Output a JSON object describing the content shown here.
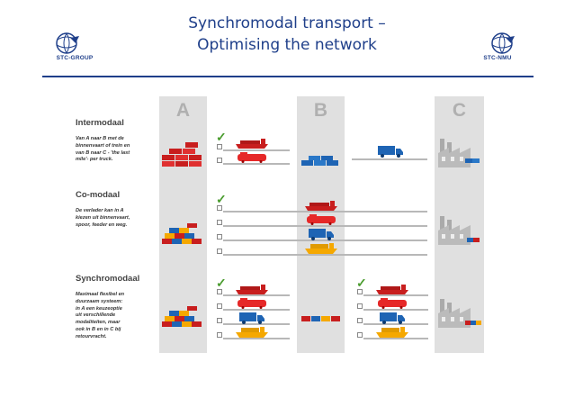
{
  "slide": {
    "title_line1": "Synchromodal transport –",
    "title_line2": "Optimising the network"
  },
  "logos": {
    "left": {
      "label": "STC-GROUP",
      "icon": "globe-logo-icon"
    },
    "right": {
      "label": "STC-NMU",
      "icon": "globe-logo-icon"
    }
  },
  "columns": {
    "a": "A",
    "b": "B",
    "c": "C"
  },
  "sections": {
    "intermodaal": {
      "title": "Intermodaal",
      "desc_1": "Van A naar B met de",
      "desc_2": "binnenvaart of trein en",
      "desc_3": "van B naar C - 'the last",
      "desc_4": "mile'- per truck."
    },
    "comodaal": {
      "title": "Co-modaal",
      "desc_1": "De verlader kan in A",
      "desc_2": "kiezen uit binnenvaart,",
      "desc_3": "spoor, feeder en weg."
    },
    "synchromodaal": {
      "title": "Synchromodaal",
      "desc_1": "Maximaal flexibel en",
      "desc_2": "duurzaam systeem:",
      "desc_3": "in A een keuzeoptie",
      "desc_4": "uit verschillende",
      "desc_5": "modaliteiten, maar",
      "desc_6": "ook in B en in C bij",
      "desc_7": "retourvracht."
    }
  },
  "icons": {
    "checkmark": "✓"
  },
  "colors": {
    "title": "#1f3f8a",
    "barge": "#c81e1e",
    "train": "#e62828",
    "truck": "#1e64b4",
    "feeder": "#f5a800",
    "check": "#4a9c2e",
    "column_bg": "#e0e0e0"
  }
}
